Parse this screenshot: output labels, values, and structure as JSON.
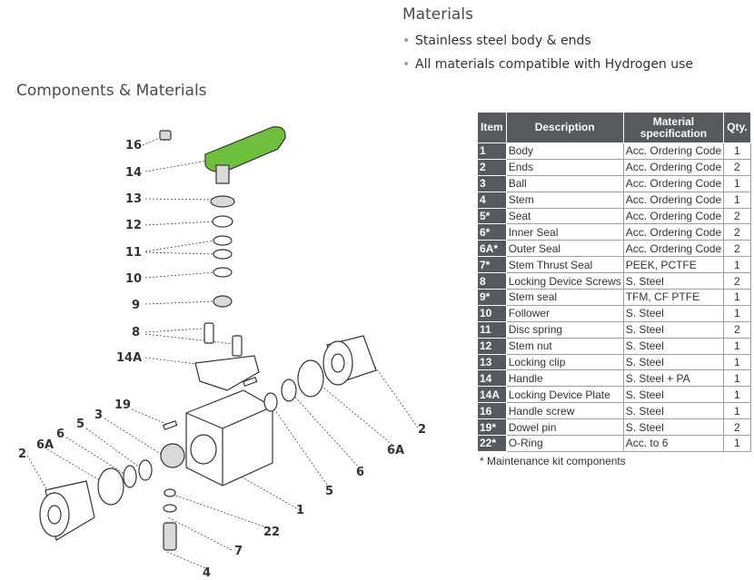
{
  "materials": {
    "heading": "Materials",
    "bullets": [
      "Stainless steel body & ends",
      "All materials compatible with Hydrogen use"
    ]
  },
  "components_heading": "Components & Materials",
  "diagram": {
    "callouts": [
      "16",
      "14",
      "13",
      "12",
      "11",
      "10",
      "9",
      "8",
      "14A",
      "19",
      "3",
      "5",
      "6",
      "6A",
      "2",
      "1",
      "22",
      "7",
      "4",
      "2",
      "6A",
      "6",
      "5"
    ],
    "colors": {
      "handle": "#6fbf3f",
      "metal": "#d9d9d9",
      "outline": "#333333"
    }
  },
  "table": {
    "headers": {
      "item": "Item",
      "description": "Description",
      "material": "Material specification",
      "qty": "Qty."
    },
    "rows": [
      {
        "item": "1",
        "description": "Body",
        "material": "Acc. Ordering Code",
        "qty": "1"
      },
      {
        "item": "2",
        "description": "Ends",
        "material": "Acc. Ordering Code",
        "qty": "2"
      },
      {
        "item": "3",
        "description": "Ball",
        "material": "Acc. Ordering Code",
        "qty": "1"
      },
      {
        "item": "4",
        "description": "Stem",
        "material": "Acc. Ordering Code",
        "qty": "1"
      },
      {
        "item": "5*",
        "description": "Seat",
        "material": "Acc. Ordering Code",
        "qty": "2"
      },
      {
        "item": "6*",
        "description": "Inner Seal",
        "material": "Acc. Ordering Code",
        "qty": "2"
      },
      {
        "item": "6A*",
        "description": "Outer Seal",
        "material": "Acc. Ordering Code",
        "qty": "2"
      },
      {
        "item": "7*",
        "description": "Stem Thrust Seal",
        "material": "PEEK, PCTFE",
        "qty": "1"
      },
      {
        "item": "8",
        "description": "Locking Device Screws",
        "material": "S. Steel",
        "qty": "2"
      },
      {
        "item": "9*",
        "description": "Stem seal",
        "material": "TFM, CF PTFE",
        "qty": "1"
      },
      {
        "item": "10",
        "description": "Follower",
        "material": "S. Steel",
        "qty": "1"
      },
      {
        "item": "11",
        "description": "Disc spring",
        "material": "S. Steel",
        "qty": "2"
      },
      {
        "item": "12",
        "description": "Stem nut",
        "material": "S. Steel",
        "qty": "1"
      },
      {
        "item": "13",
        "description": "Locking clip",
        "material": "S. Steel",
        "qty": "1"
      },
      {
        "item": "14",
        "description": "Handle",
        "material": "S. Steel + PA",
        "qty": "1"
      },
      {
        "item": "14A",
        "description": "Locking Device Plate",
        "material": "S. Steel",
        "qty": "1"
      },
      {
        "item": "16",
        "description": "Handle screw",
        "material": "S. Steel",
        "qty": "1"
      },
      {
        "item": "19*",
        "description": "Dowel pin",
        "material": "S. Steel",
        "qty": "2"
      },
      {
        "item": "22*",
        "description": "O-Ring",
        "material": "Acc. to 6",
        "qty": "1"
      }
    ],
    "footnote": "* Maintenance kit components"
  }
}
